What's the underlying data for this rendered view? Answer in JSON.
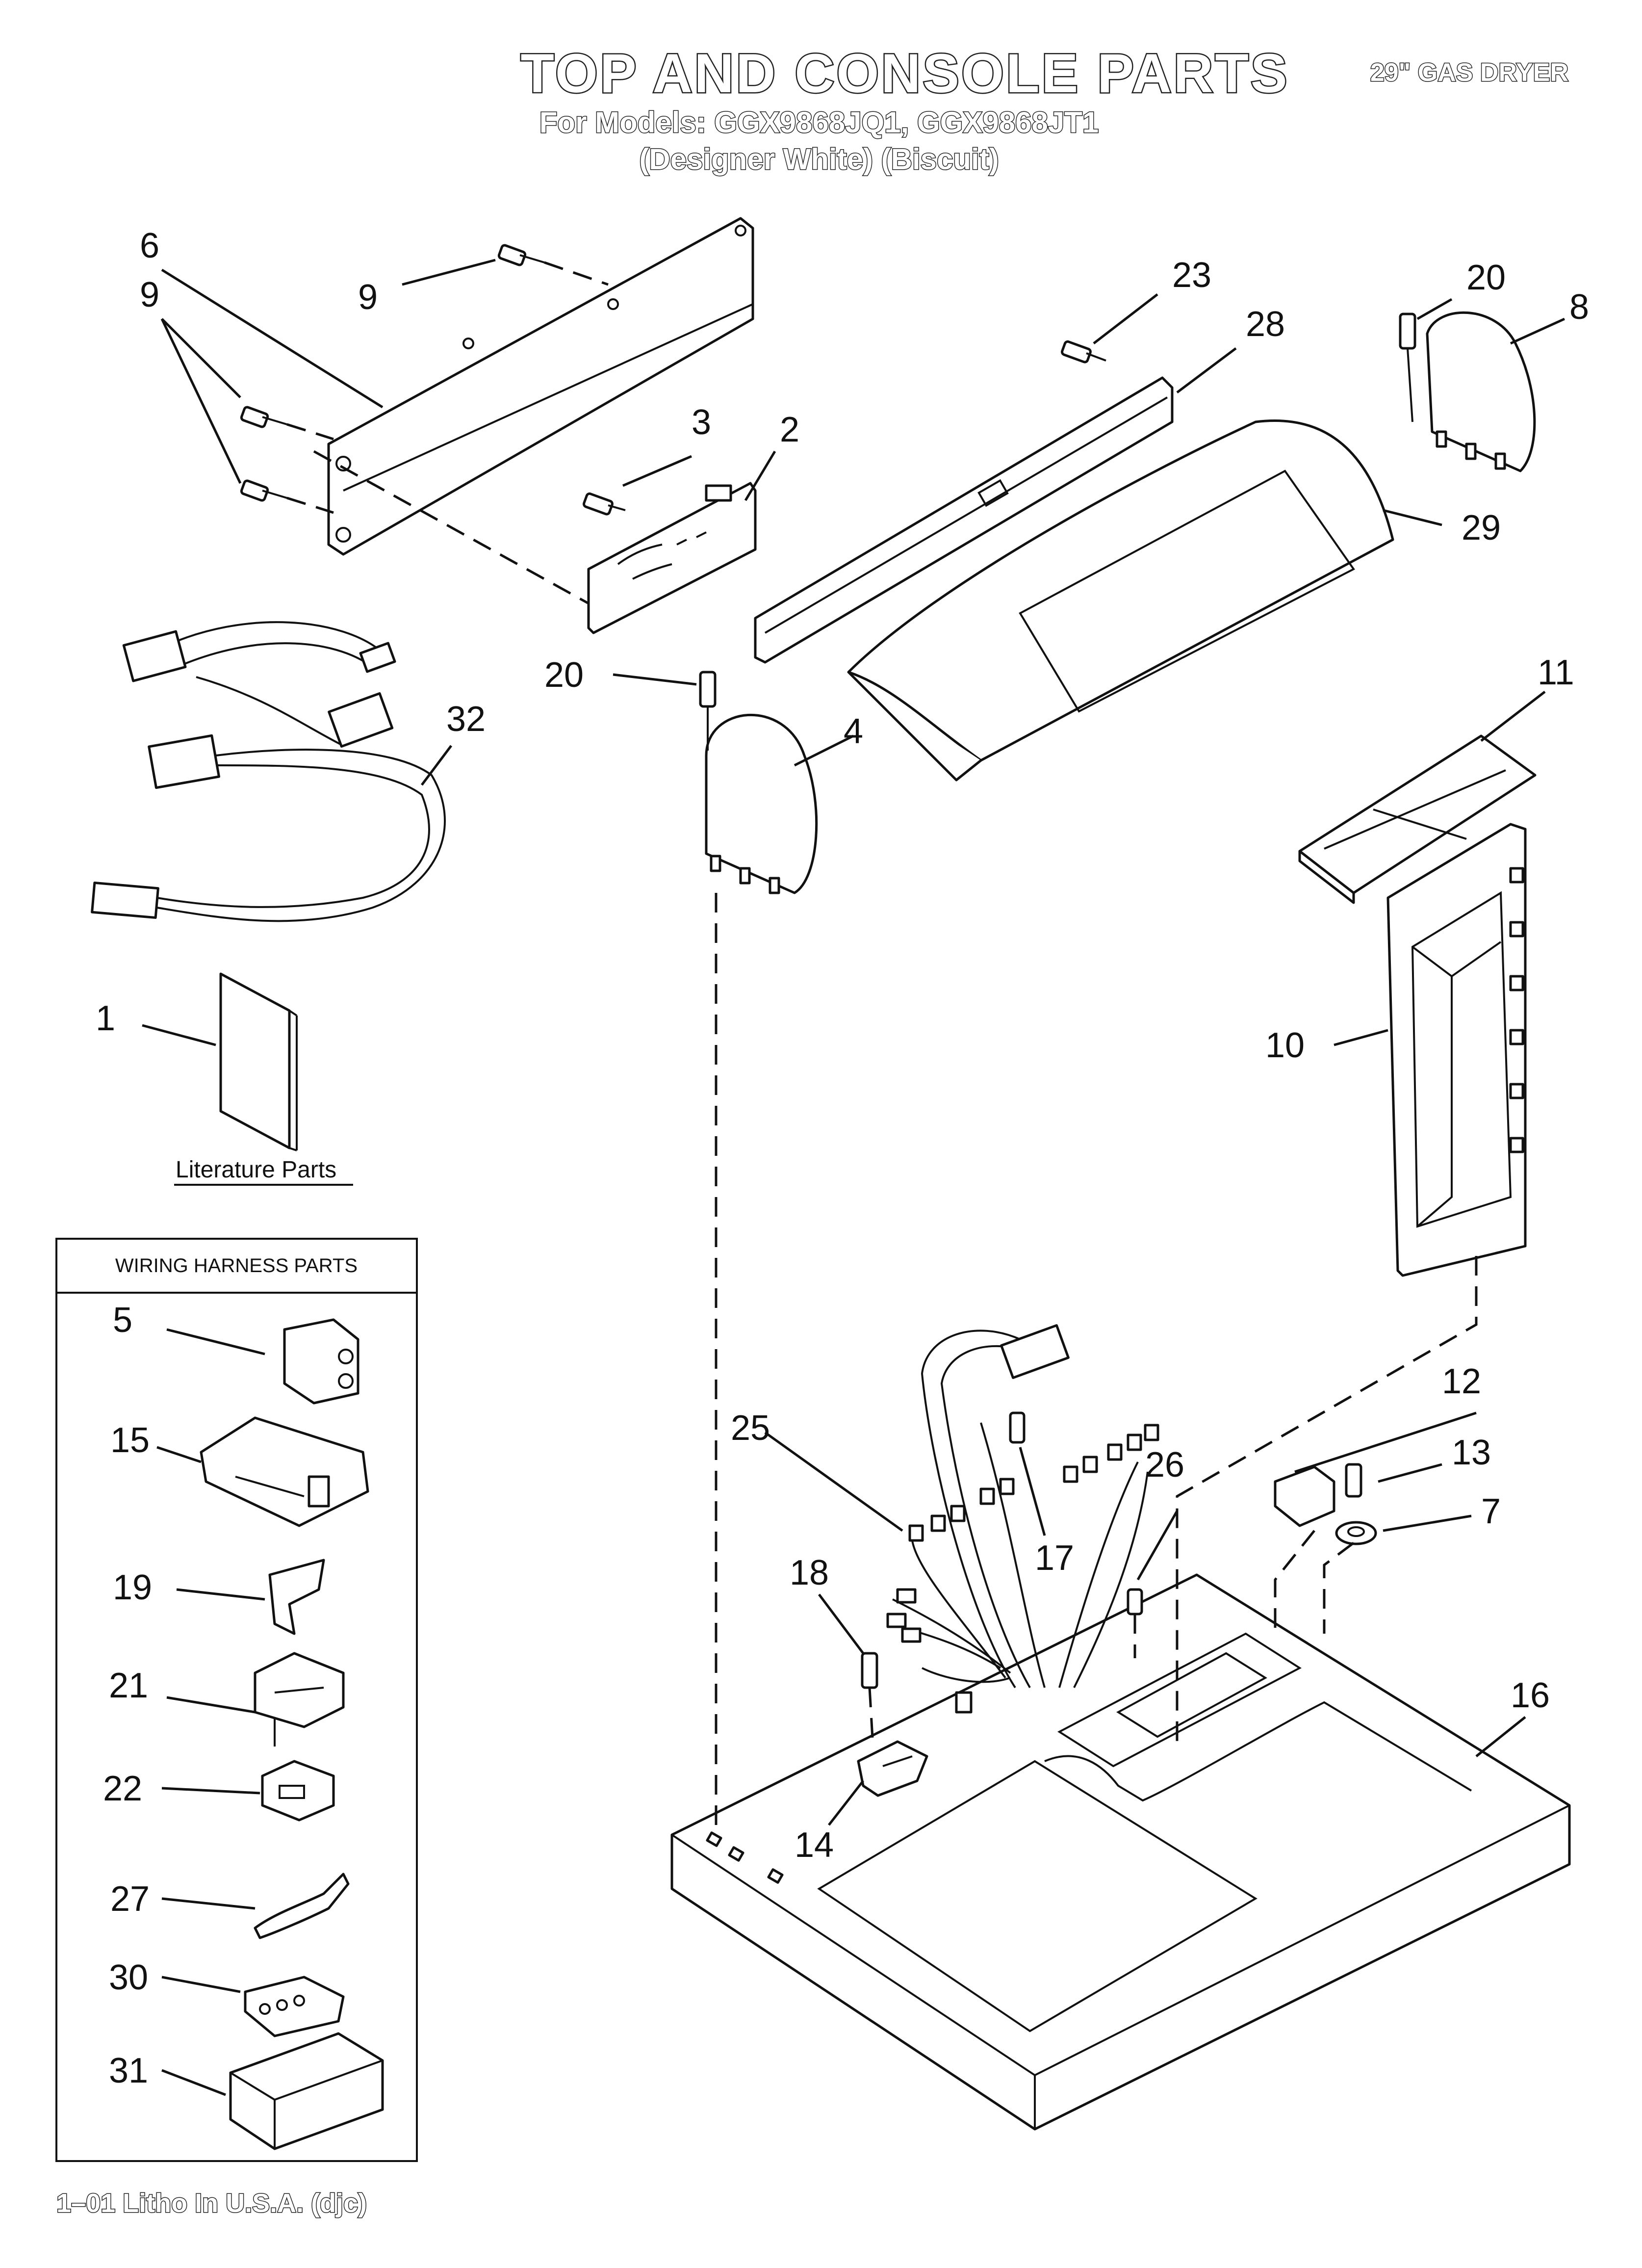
{
  "header": {
    "title": "TOP AND CONSOLE PARTS",
    "models_line": "For Models: GGX9868JQ1, GGX9868JT1",
    "colors_line": "(Designer White)  (Biscuit)",
    "product": "29\" GAS DRYER"
  },
  "literature": {
    "label": "Literature Parts"
  },
  "harness_box": {
    "title": "WIRING HARNESS PARTS"
  },
  "callouts": {
    "c1": "1",
    "c2": "2",
    "c3": "3",
    "c4": "4",
    "c5": "5",
    "c6": "6",
    "c7": "7",
    "c8": "8",
    "c9a": "9",
    "c9b": "9",
    "c10": "10",
    "c11": "11",
    "c12": "12",
    "c13": "13",
    "c14": "14",
    "c15": "15",
    "c16": "16",
    "c17": "17",
    "c18": "18",
    "c19": "19",
    "c20a": "20",
    "c20b": "20",
    "c21": "21",
    "c22": "22",
    "c23": "23",
    "c25": "25",
    "c26": "26",
    "c27": "27",
    "c28": "28",
    "c29": "29",
    "c30": "30",
    "c31": "31",
    "c32": "32"
  },
  "footer": {
    "litho": "1–01 Litho In U.S.A. (djc)"
  }
}
